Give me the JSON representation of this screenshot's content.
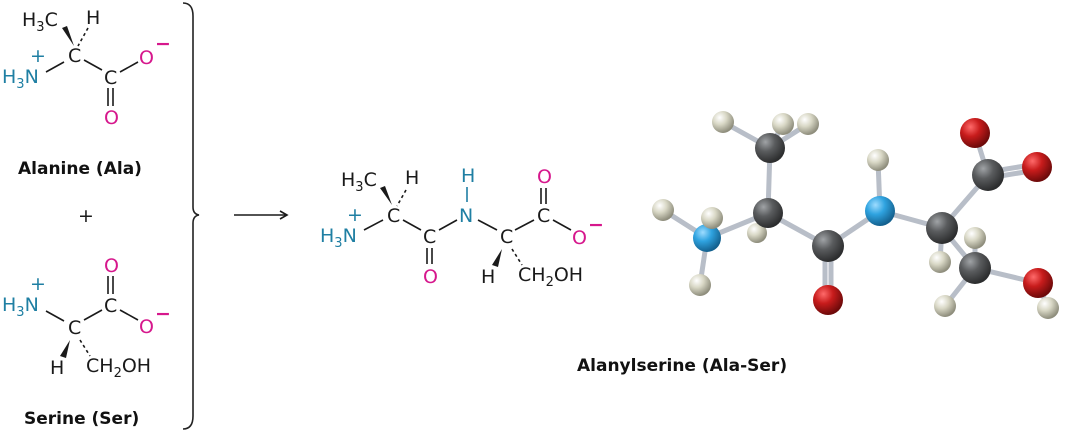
{
  "reactants": {
    "alanine": {
      "label": "Alanine (Ala)",
      "atoms": {
        "methyl": "H3C",
        "h": "H",
        "alpha_c": "C",
        "amine": "H3N",
        "amine_charge": "+",
        "carboxyl_c": "C",
        "o_minus": "O",
        "o_charge": "−",
        "o_double": "O"
      }
    },
    "plus": "+",
    "serine": {
      "label": "Serine (Ser)",
      "atoms": {
        "amine": "H3N",
        "amine_charge": "+",
        "alpha_c": "C",
        "carboxyl_c": "C",
        "o_double": "O",
        "o_minus": "O",
        "o_charge": "−",
        "h": "H",
        "side_chain": "CH2OH"
      }
    }
  },
  "arrow": "reaction-arrow",
  "product": {
    "label": "Alanylserine (Ala-Ser)",
    "atoms": {
      "methyl": "H3C",
      "h1": "H",
      "amine": "H3N",
      "amine_charge": "+",
      "alpha_c1": "C",
      "carbonyl_c": "C",
      "carbonyl_o": "O",
      "amide_n": "N",
      "amide_h": "H",
      "alpha_c2": "C",
      "h2": "H",
      "side_chain": "CH2OH",
      "carboxyl_c": "C",
      "o_double": "O",
      "o_minus": "O",
      "o_charge": "−"
    }
  },
  "model_3d": {
    "description": "ball-and-stick model of alanylserine",
    "colors": {
      "carbon": "#5a5c5e",
      "nitrogen": "#2fa3e0",
      "oxygen": "#c81c1c",
      "hydrogen": "#d9d8c6",
      "bond": "#b8bec8"
    }
  },
  "colors": {
    "text": "#1a1a1a",
    "nitrogen_text": "#1f7fa3",
    "oxygen_text": "#d6178c"
  }
}
